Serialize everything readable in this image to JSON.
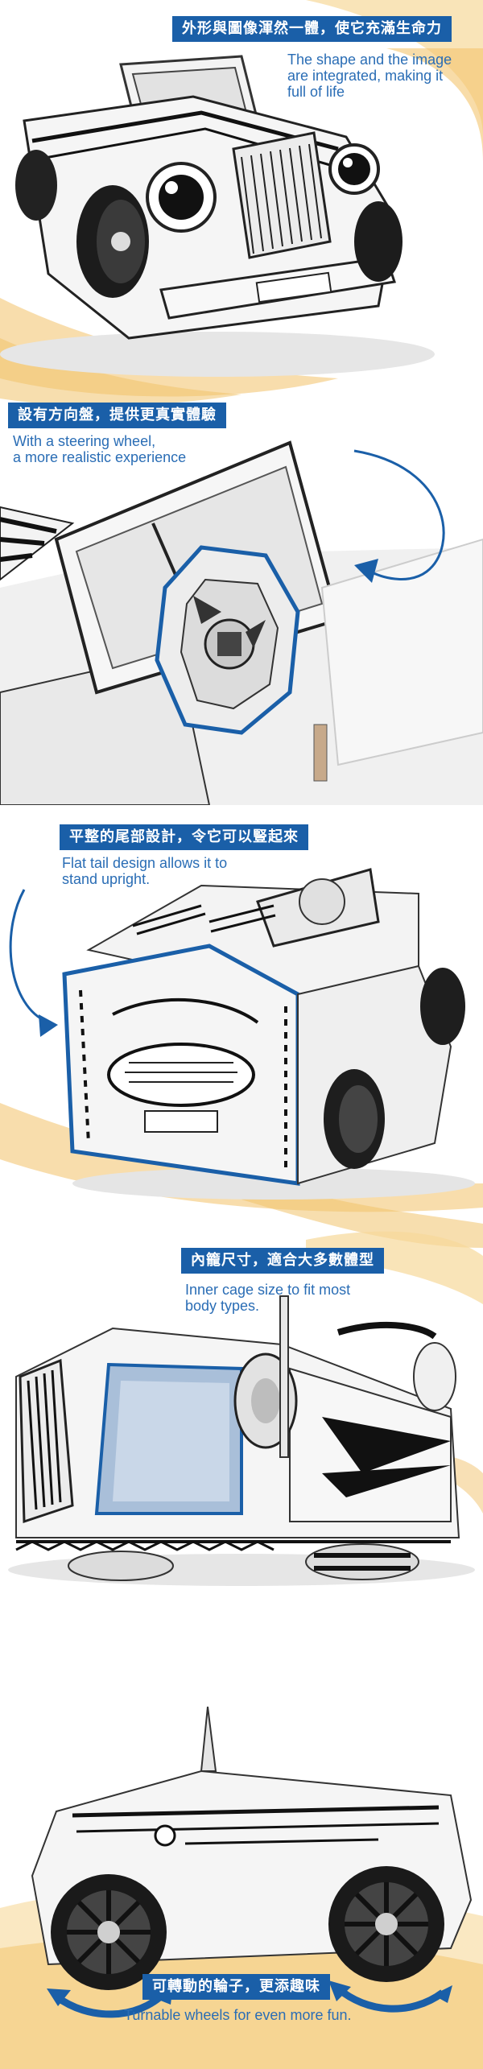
{
  "colors": {
    "accent_blue": "#1a5fa8",
    "caption_blue": "#2a6db5",
    "background_swirl": "#f5d08a",
    "product_white": "#f4f4f4",
    "product_line": "#222222"
  },
  "sections": [
    {
      "zh": "外形與圖像渾然一體，使它充滿生命力",
      "en_lines": [
        "The shape and the image",
        "are integrated, making it",
        "full of life"
      ]
    },
    {
      "zh": "設有方向盤，提供更真實體驗",
      "en_lines": [
        "With a steering wheel,",
        "a more realistic experience"
      ]
    },
    {
      "zh": "平整的尾部設計，令它可以豎起來",
      "en_lines": [
        "Flat tail design allows it to",
        "stand upright."
      ]
    },
    {
      "zh": "內籠尺寸，適合大多數體型",
      "en_lines": [
        "Inner cage size to fit most",
        "body types."
      ]
    },
    {
      "zh": "可轉動的輪子，更添趣味",
      "en_lines": [
        "Turnable wheels for even more fun."
      ]
    }
  ]
}
